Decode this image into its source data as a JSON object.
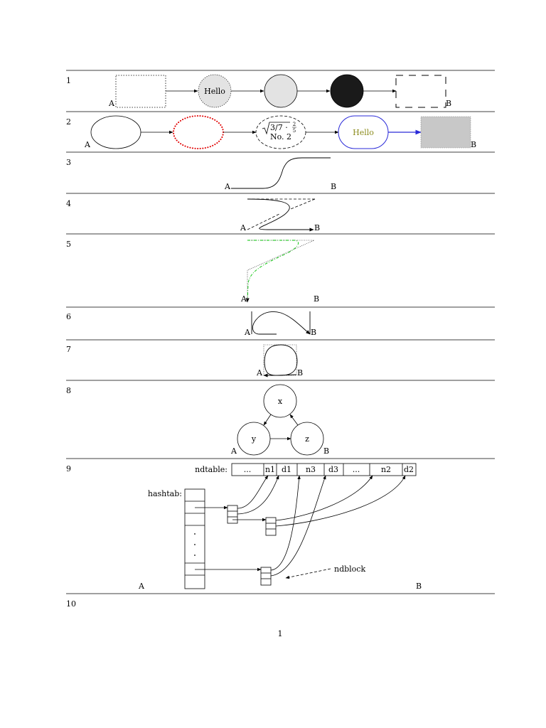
{
  "rows": [
    {
      "num": "1",
      "start": "A",
      "end": "B",
      "node2": "Hello"
    },
    {
      "num": "2",
      "start": "A",
      "end": "B",
      "math_root": "3/7 ·",
      "math_frac_num": "2",
      "math_frac_den": "5",
      "math_line2": "No. 2",
      "node4": "Hello"
    },
    {
      "num": "3",
      "start": "A",
      "end": "B"
    },
    {
      "num": "4",
      "start": "A",
      "end": "B"
    },
    {
      "num": "5",
      "start": "A",
      "end": "B"
    },
    {
      "num": "6",
      "start": "A",
      "end": "B"
    },
    {
      "num": "7",
      "start": "A",
      "end": "B"
    },
    {
      "num": "8",
      "start": "A",
      "end": "B",
      "node_x": "x",
      "node_y": "y",
      "node_z": "z"
    },
    {
      "num": "9",
      "start": "A",
      "end": "B",
      "ndtable_label": "ndtable:",
      "ndtable_cells": [
        "...",
        "n1",
        "d1",
        "n3",
        "d3",
        "...",
        "n2",
        "d2"
      ],
      "hashtab_label": "hashtab:",
      "ndblock_label": "ndblock"
    },
    {
      "num": "10"
    }
  ],
  "page_number": "1",
  "colors": {
    "light_gray": "#e3e3e3",
    "black_fill": "#1a1a1a",
    "red_dotted": "#e00000",
    "blue_border": "#2a2ad8",
    "olive_text": "#8a8a1a",
    "gray_fill": "#c8c8c8",
    "green_dashed": "#00c000"
  }
}
